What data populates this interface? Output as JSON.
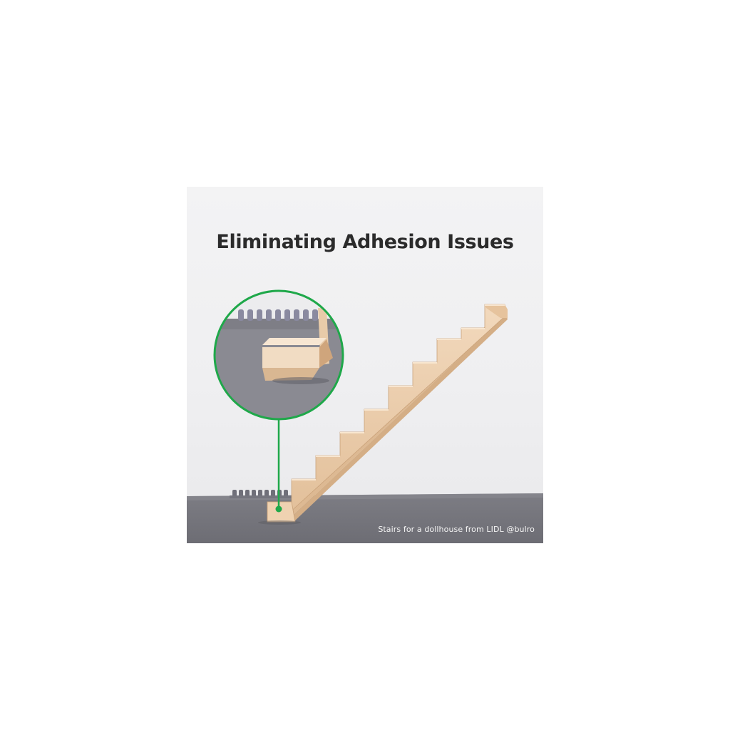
{
  "header": {
    "title": "Eliminating Adhesion Issues"
  },
  "caption": {
    "text": "Stairs for a dollhouse from LIDL @bulro"
  },
  "colors": {
    "accent_green": "#1fa84a",
    "print_bed": "#77777d",
    "filament": "#e9c9a6",
    "background": "#f1f1f2"
  },
  "icons": {
    "zoom_callout": "magnifier-circle"
  }
}
